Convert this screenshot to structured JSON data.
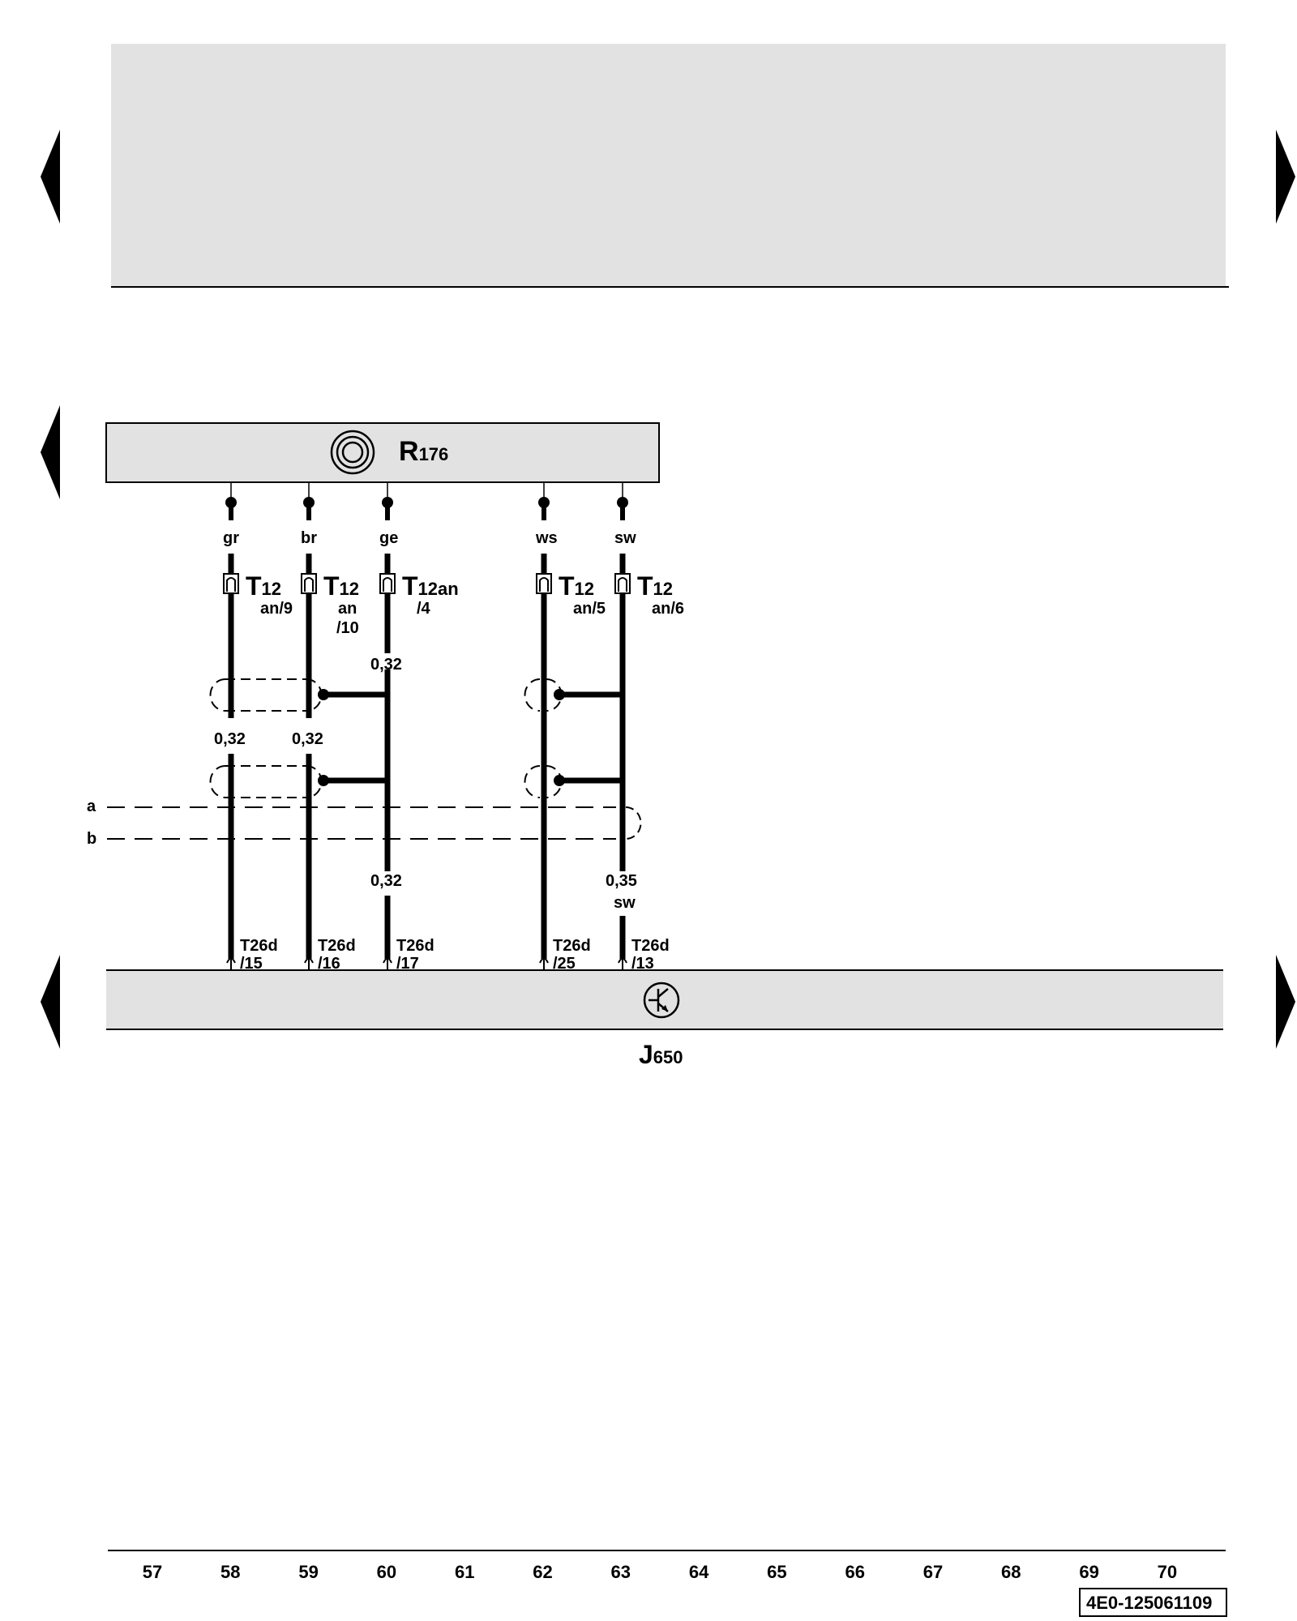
{
  "components": {
    "top": {
      "id": "R",
      "sub": "176"
    },
    "bottom": {
      "id": "J",
      "sub": "650"
    }
  },
  "wires": [
    {
      "color": "gr",
      "pin_main": "T",
      "pin_sub": "12",
      "pin_line1": "an/9",
      "pin_line2": "",
      "size_upper": "0,32",
      "size_lower": "",
      "color_lower": "",
      "term_main": "T26d",
      "term_pin": "/15"
    },
    {
      "color": "br",
      "pin_main": "T",
      "pin_sub": "12",
      "pin_line1": "an",
      "pin_line2": "/10",
      "size_upper": "0,32",
      "size_lower": "",
      "color_lower": "",
      "term_main": "T26d",
      "term_pin": "/16"
    },
    {
      "color": "ge",
      "pin_main": "T",
      "pin_sub": "12an",
      "pin_line1": "/4",
      "pin_line2": "",
      "size_upper": "0,32",
      "size_lower": "0,32",
      "color_lower": "",
      "term_main": "T26d",
      "term_pin": "/17"
    },
    {
      "color": "ws",
      "pin_main": "T",
      "pin_sub": "12",
      "pin_line1": "an/5",
      "pin_line2": "",
      "size_upper": "",
      "size_lower": "",
      "color_lower": "",
      "term_main": "T26d",
      "term_pin": "/25"
    },
    {
      "color": "sw",
      "pin_main": "T",
      "pin_sub": "12",
      "pin_line1": "an/6",
      "pin_line2": "",
      "size_upper": "",
      "size_lower": "0,35",
      "color_lower": "sw",
      "term_main": "T26d",
      "term_pin": "/13"
    }
  ],
  "shield_lines": [
    "a",
    "b"
  ],
  "grid_numbers": [
    "57",
    "58",
    "59",
    "60",
    "61",
    "62",
    "63",
    "64",
    "65",
    "66",
    "67",
    "68",
    "69",
    "70"
  ],
  "doc_code": "4E0-125061109",
  "icons": {
    "top_component": "speaker-icon",
    "bottom_component": "transistor-icon",
    "nav": "triangle-arrow-icon"
  },
  "colors": {
    "component_fill": "#e2e2e2",
    "line": "#000000",
    "background": "#ffffff"
  }
}
